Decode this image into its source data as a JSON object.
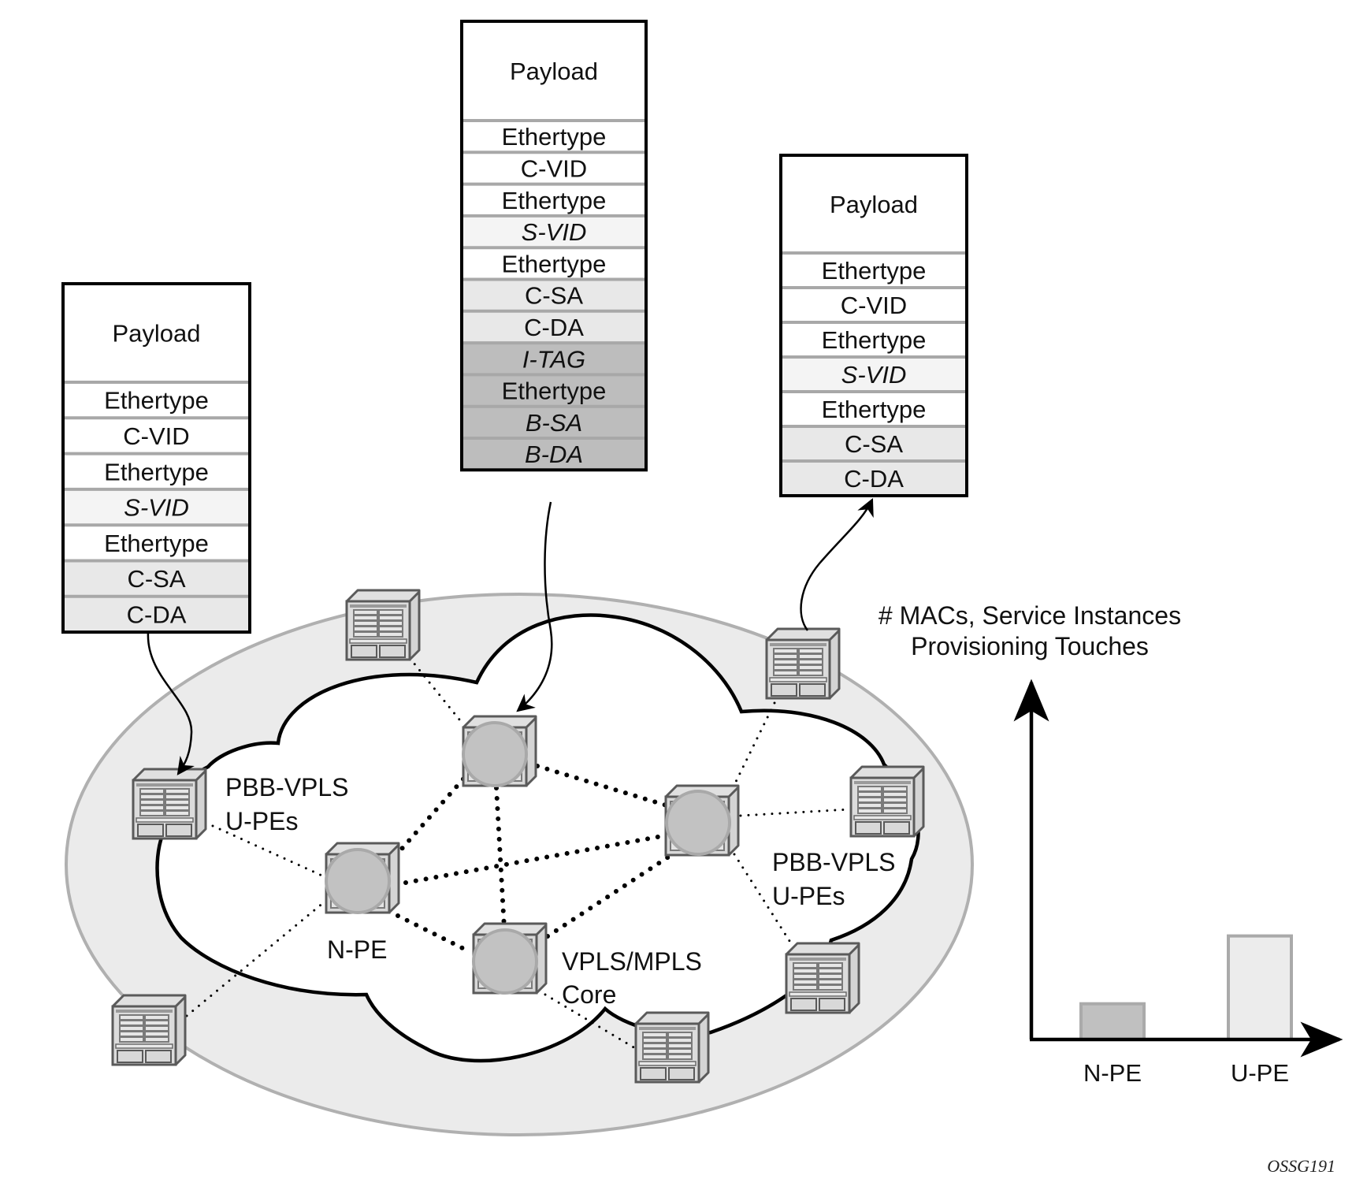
{
  "frames": [
    {
      "id": "left",
      "position": "left",
      "rows": [
        {
          "label": "Payload",
          "style": "payload"
        },
        {
          "label": "Ethertype",
          "style": "white"
        },
        {
          "label": "C-VID",
          "style": "white"
        },
        {
          "label": "Ethertype",
          "style": "white"
        },
        {
          "label": "S-VID",
          "style": "svid",
          "italic": true
        },
        {
          "label": "Ethertype",
          "style": "white"
        },
        {
          "label": "C-SA",
          "style": "light"
        },
        {
          "label": "C-DA",
          "style": "light"
        }
      ]
    },
    {
      "id": "middle",
      "position": "center",
      "rows": [
        {
          "label": "Payload",
          "style": "payload"
        },
        {
          "label": "Ethertype",
          "style": "white"
        },
        {
          "label": "C-VID",
          "style": "white"
        },
        {
          "label": "Ethertype",
          "style": "white"
        },
        {
          "label": "S-VID",
          "style": "svid",
          "italic": true
        },
        {
          "label": "Ethertype",
          "style": "white"
        },
        {
          "label": "C-SA",
          "style": "light"
        },
        {
          "label": "C-DA",
          "style": "light"
        },
        {
          "label": "I-TAG",
          "style": "dark",
          "italic": true
        },
        {
          "label": "Ethertype",
          "style": "dark"
        },
        {
          "label": "B-SA",
          "style": "dark",
          "italic": true
        },
        {
          "label": "B-DA",
          "style": "dark",
          "italic": true
        }
      ]
    },
    {
      "id": "right",
      "position": "right",
      "rows": [
        {
          "label": "Payload",
          "style": "payload"
        },
        {
          "label": "Ethertype",
          "style": "white"
        },
        {
          "label": "C-VID",
          "style": "white"
        },
        {
          "label": "Ethertype",
          "style": "white"
        },
        {
          "label": "S-VID",
          "style": "svid",
          "italic": true
        },
        {
          "label": "Ethertype",
          "style": "white"
        },
        {
          "label": "C-SA",
          "style": "light"
        },
        {
          "label": "C-DA",
          "style": "light"
        }
      ]
    }
  ],
  "network": {
    "labels": {
      "left_upe_line1": "PBB-VPLS",
      "left_upe_line2": "U-PEs",
      "npe": "N-PE",
      "core_line1": "VPLS/MPLS",
      "core_line2": "Core",
      "right_upe_line1": "PBB-VPLS",
      "right_upe_line2": "U-PEs"
    },
    "core_nodes": [
      "core-top",
      "core-right",
      "core-bottom",
      "n-pe"
    ],
    "edge_devices": [
      "upe-top",
      "upe-left",
      "upe-bottom-left",
      "upe-top-right",
      "upe-right",
      "upe-lower-right",
      "upe-bottom"
    ]
  },
  "colors": {
    "row_white": "#ffffff",
    "row_svid": "#f4f4f4",
    "row_light": "#e8e8e8",
    "row_dark": "#bdbdbd",
    "row_divider": "#a8a8a8",
    "ellipse_fill": "#ebebeb",
    "ellipse_stroke": "#b0b0b0",
    "node_circle": "#c2c2c2",
    "node_circle_stroke": "#a9a9a9",
    "bar_npe": "#c0c0c0",
    "bar_upe": "#ececec",
    "bar_stroke": "#aaaaaa"
  },
  "chart_data": {
    "type": "bar",
    "title": "# MACs, Service Instances",
    "subtitle": "Provisioning Touches",
    "categories": [
      "N-PE",
      "U-PE"
    ],
    "values": [
      0.1,
      0.29
    ],
    "xlabel": "",
    "ylabel": "# MACs, Service Instances / Provisioning Touches",
    "ylim": [
      0,
      1
    ],
    "grid": false,
    "legend": "none",
    "note": "relative, unitless magnitudes; axes have no tick values"
  },
  "figure_id": "OSSG191"
}
